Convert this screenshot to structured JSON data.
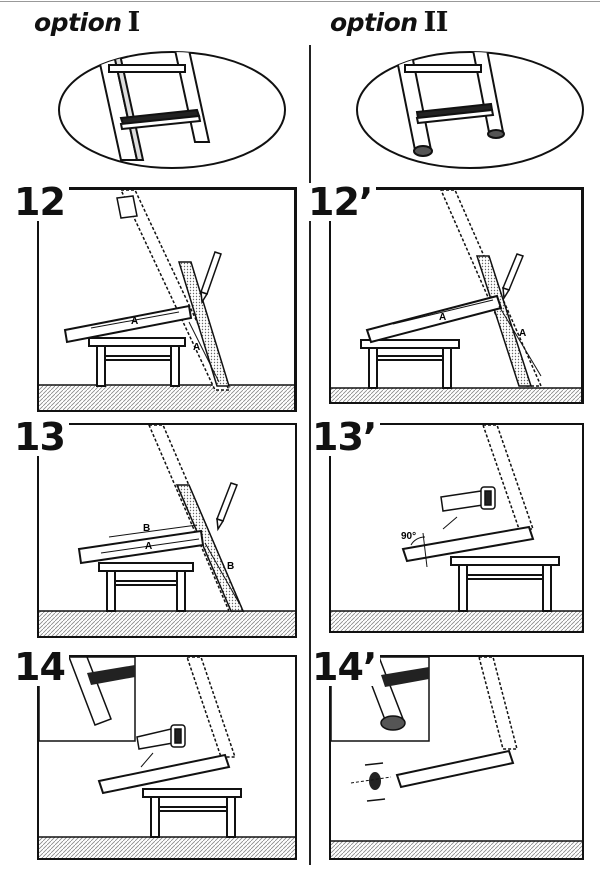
{
  "options": [
    {
      "label": "option",
      "numeral": "I"
    },
    {
      "label": "option",
      "numeral": "II"
    }
  ],
  "steps": {
    "s12": "12",
    "s12b": "12’",
    "s13": "13",
    "s13b": "13’",
    "s14": "14",
    "s14b": "14’"
  },
  "marks": {
    "A": "A",
    "B": "B",
    "angle": "90°"
  },
  "icons": {
    "pencil": "pencil-icon",
    "saw": "saw-icon"
  }
}
